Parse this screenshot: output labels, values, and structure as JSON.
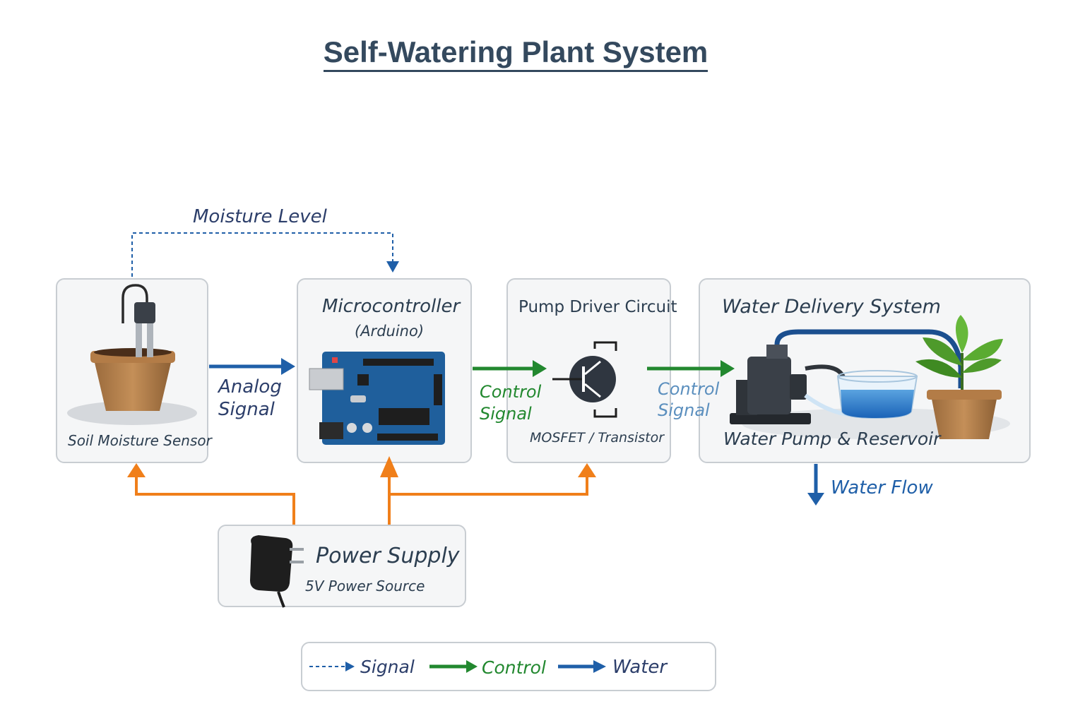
{
  "title": "Self-Watering Plant System",
  "colors": {
    "signal": "#1f5fa8",
    "control": "#22882f",
    "water": "#1f5fa8",
    "power": "#f07f1a"
  },
  "sensor": {
    "label": "Soil Moisture Sensor"
  },
  "microcontroller": {
    "title": "Microcontroller",
    "subtitle": "(Arduino)"
  },
  "driver": {
    "title": "Pump Driver Circuit",
    "caption": "MOSFET / Transistor"
  },
  "delivery": {
    "title": "Water Delivery System",
    "caption": "Water Pump & Reservoir"
  },
  "power": {
    "title": "Power Supply",
    "subtitle": "5V Power Source"
  },
  "arrows": {
    "moisture_level": "Moisture Level",
    "analog_signal_1": "Analog",
    "analog_signal_2": "Signal",
    "control_signal_1a": "Control",
    "control_signal_1b": "Signal",
    "control_signal_2a": "Control",
    "control_signal_2b": "Signal",
    "water_flow": "Water Flow"
  },
  "legend": {
    "signal": "Signal",
    "control": "Control",
    "water": "Water"
  }
}
